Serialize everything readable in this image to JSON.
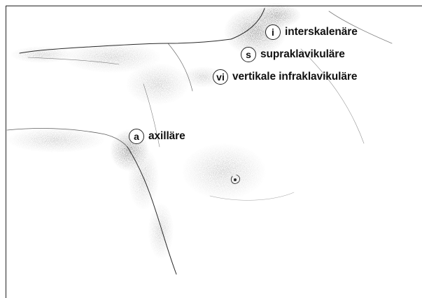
{
  "labels": [
    {
      "marker": "i",
      "text": "interskalenäre"
    },
    {
      "marker": "s",
      "text": "supraklavikuläre"
    },
    {
      "marker": "vi",
      "text": "vertikale infraklavikuläre"
    },
    {
      "marker": "a",
      "text": "axilläre"
    }
  ],
  "colors": {
    "line": "#2a2a2a",
    "shade": "#555555",
    "background": "#ffffff"
  }
}
